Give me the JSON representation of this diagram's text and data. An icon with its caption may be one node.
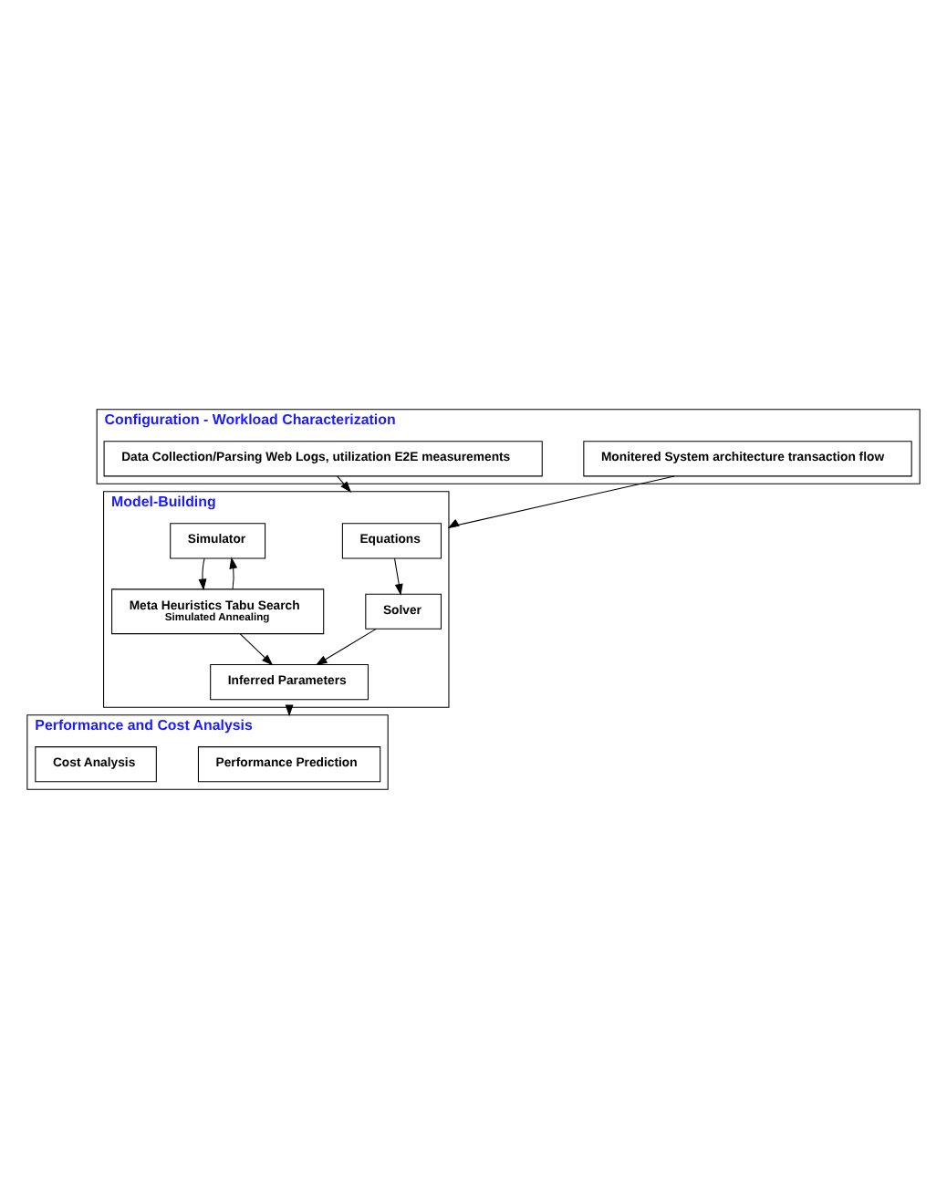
{
  "diagram": {
    "nodes": [
      {
        "text": [
          "Configuration - Workload Characterization"
        ]
      },
      {
        "text": [
          "Monitered System architecture transaction flow"
        ],
        "in": 0
      },
      {
        "text": [
          "Data Collection/Parsing Web Logs, utilization E2E measurements"
        ],
        "in": 0
      },
      {
        "text": [
          "Model-Building"
        ]
      },
      {
        "text": [
          "Equations"
        ],
        "in": 3
      },
      {
        "text": [
          "Simulator"
        ],
        "in": 3
      },
      {
        "text": [
          "Solver"
        ],
        "in": 3
      },
      {
        "text": [
          "Meta Heuristics Tabu Search",
          "Simulated Annealing"
        ],
        "in": 3
      },
      {
        "text": [
          "Inferred Parameters"
        ],
        "in": 3
      },
      {
        "text": [
          "Performance and Cost Analysis"
        ]
      },
      {
        "text": [
          "Performance Prediction"
        ],
        "in": 9
      },
      {
        "text": [
          "Cost Analysis"
        ],
        "in": 9
      }
    ],
    "edges": [
      {
        "from": 1,
        "to": 3,
        "arrow": "to"
      },
      {
        "from": 2,
        "to": 3,
        "arrow": "to"
      },
      {
        "from": 4,
        "to": 6,
        "arrow": "to"
      },
      {
        "from": 5,
        "to": 7,
        "arrow": "to"
      },
      {
        "from": 7,
        "to": 5,
        "arrow": "to"
      },
      {
        "from": 6,
        "to": 8,
        "arrow": "to"
      },
      {
        "from": 7,
        "to": 8,
        "arrow": "to"
      },
      {
        "from": 3,
        "to": 9,
        "arrow": "to"
      }
    ]
  }
}
